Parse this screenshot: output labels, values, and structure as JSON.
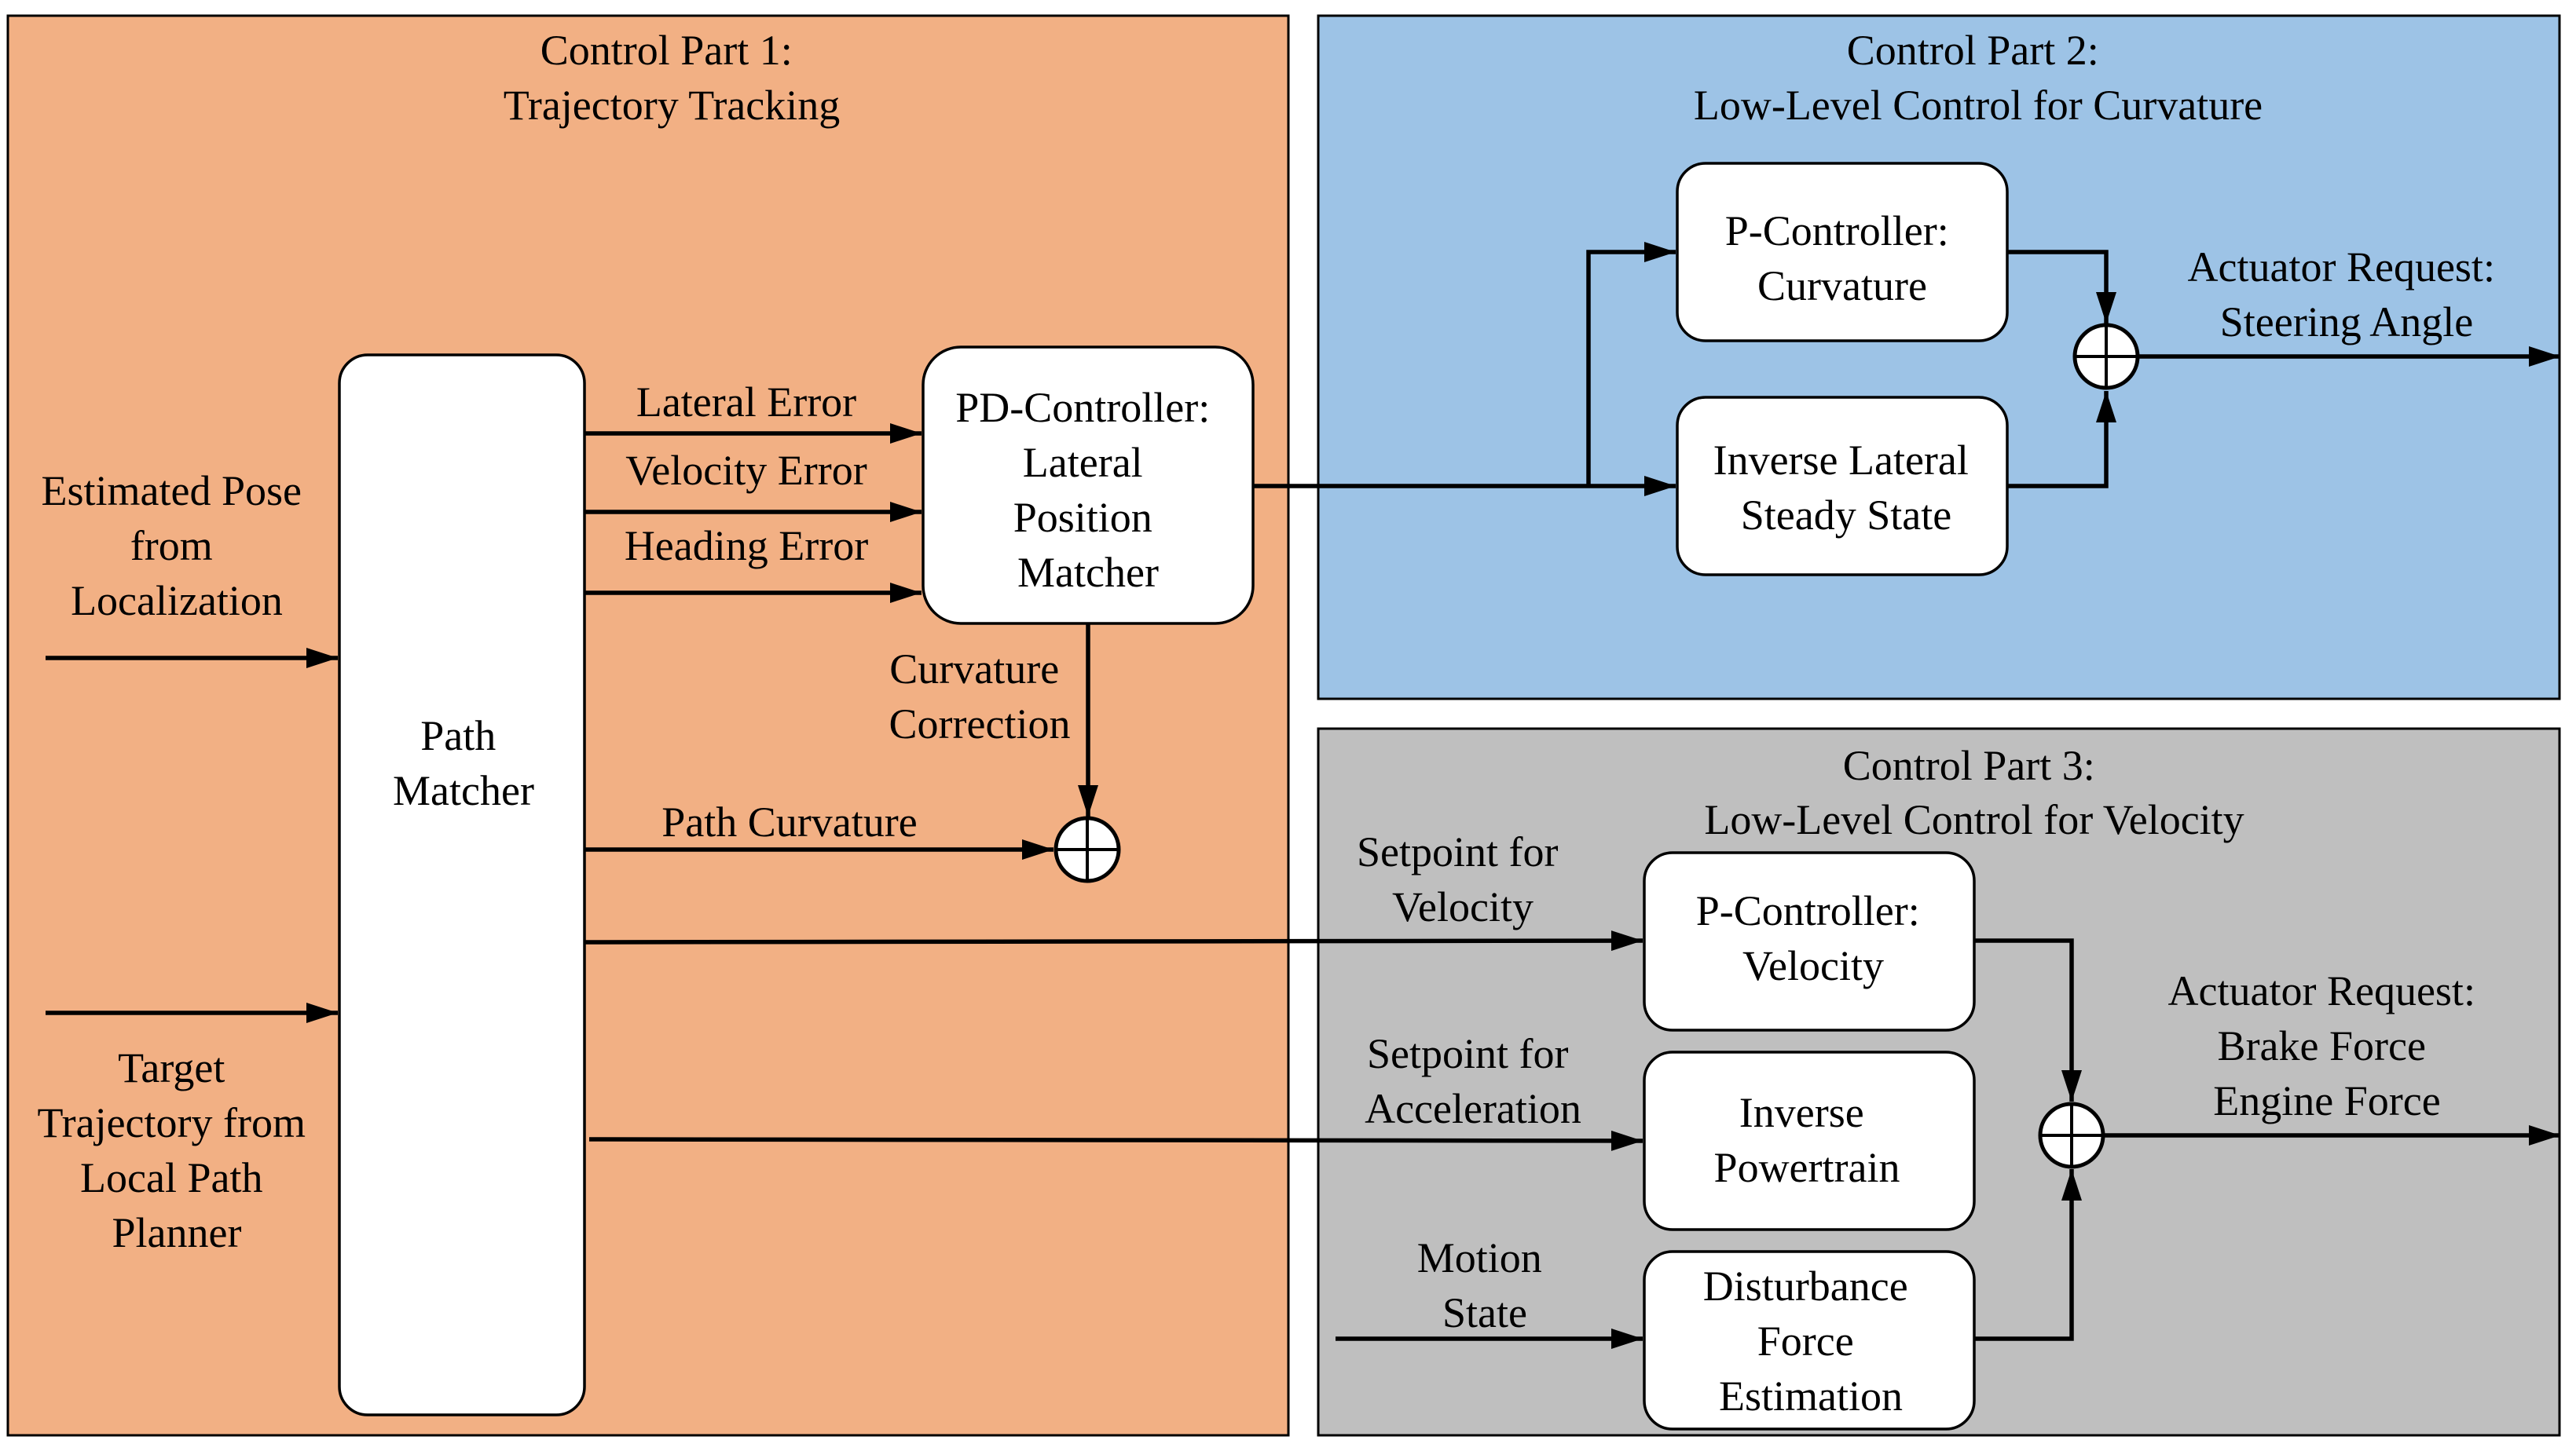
{
  "colors": {
    "part1": "#f2b084",
    "part2": "#9dc3e6",
    "part3": "#bfbfbf",
    "line": "#000000",
    "block_fill": "#ffffff"
  },
  "part1": {
    "title_line1": "Control Part 1:",
    "title_line2": "Trajectory Tracking"
  },
  "part2": {
    "title_line1": "Control Part 2:",
    "title_line2": "Low-Level Control for Curvature"
  },
  "part3": {
    "title_line1": "Control Part 3:",
    "title_line2": "Low-Level Control for Velocity"
  },
  "inputs": {
    "pose": [
      "Estimated Pose",
      "from",
      "Localization"
    ],
    "trajectory": [
      "Target",
      "Trajectory from",
      "Local Path",
      "Planner"
    ],
    "motion": [
      "Motion",
      "State"
    ]
  },
  "blocks": {
    "path_matcher": [
      "Path",
      "Matcher"
    ],
    "pd_controller": [
      "PD-Controller:",
      "Lateral",
      "Position",
      "Matcher"
    ],
    "p_curvature": [
      "P-Controller:",
      "Curvature"
    ],
    "inverse_lateral": [
      "Inverse Lateral",
      "Steady State"
    ],
    "p_velocity": [
      "P-Controller:",
      "Velocity"
    ],
    "inverse_powertrain": [
      "Inverse",
      "Powertrain"
    ],
    "disturbance": [
      "Disturbance",
      "Force",
      "Estimation"
    ]
  },
  "signals": {
    "lateral_error": "Lateral Error",
    "velocity_error": "Velocity Error",
    "heading_error": "Heading Error",
    "curvature_correction": [
      "Curvature",
      "Correction"
    ],
    "path_curvature": "Path Curvature",
    "setpoint_velocity": [
      "Setpoint for",
      "Velocity"
    ],
    "setpoint_acceleration": [
      "Setpoint for",
      "Acceleration"
    ]
  },
  "outputs": {
    "steering": [
      "Actuator Request:",
      "Steering Angle"
    ],
    "force": [
      "Actuator Request:",
      "Brake Force",
      "Engine Force"
    ]
  }
}
